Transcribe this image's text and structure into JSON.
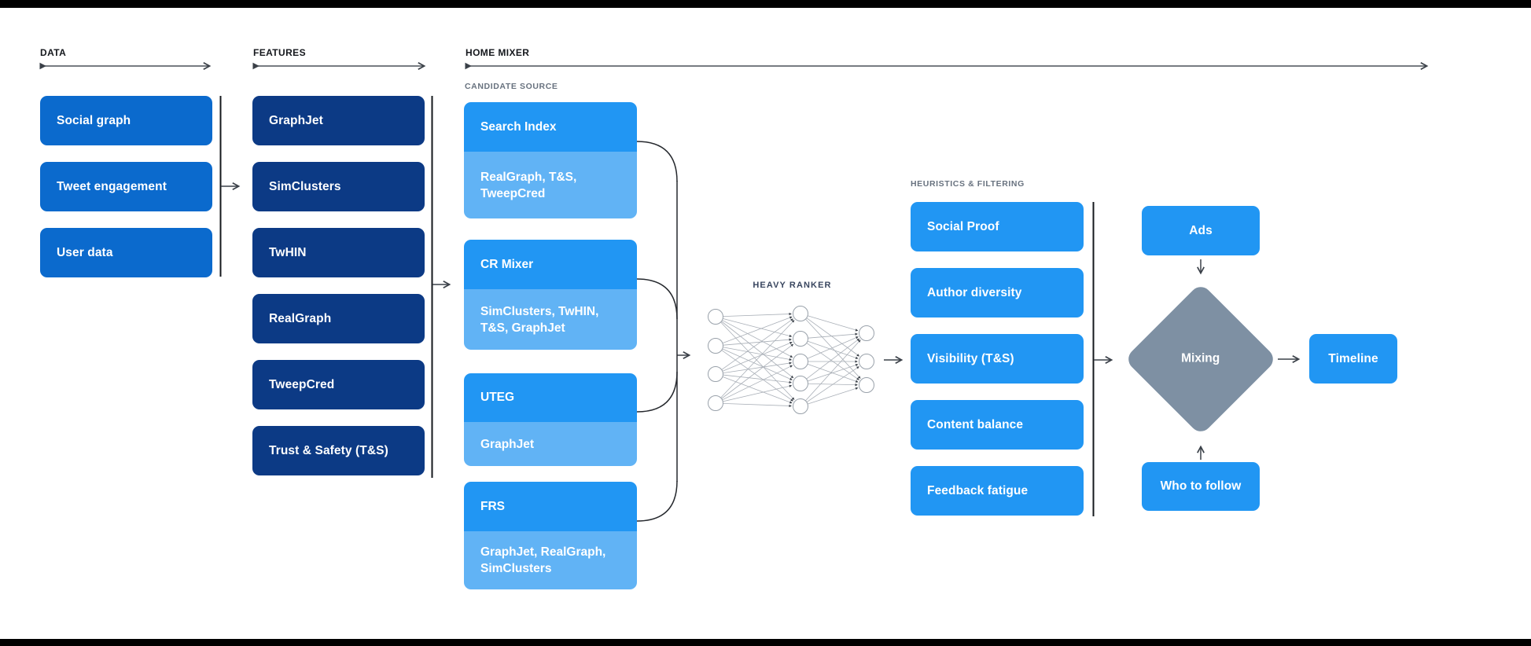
{
  "colors": {
    "data-box": "#0b6acd",
    "feature-box": "#0c3a85",
    "primary-blue": "#2196f3",
    "light-blue": "#61b3f5",
    "diamond-gray": "#7e90a3",
    "line-dark": "#3a4048",
    "bar-black": "#000000"
  },
  "sections": {
    "data": {
      "label": "DATA",
      "boxes": [
        "Social graph",
        "Tweet engagement",
        "User data"
      ]
    },
    "features": {
      "label": "FEATURES",
      "boxes": [
        "GraphJet",
        "SimClusters",
        "TwHIN",
        "RealGraph",
        "TweepCred",
        "Trust & Safety (T&S)"
      ]
    },
    "home_mixer": {
      "label": "HOME MIXER"
    }
  },
  "candidate_source": {
    "label": "CANDIDATE SOURCE",
    "boxes": [
      {
        "title": "Search Index",
        "sources": "RealGraph, T&S, TweepCred"
      },
      {
        "title": "CR Mixer",
        "sources": "SimClusters, TwHIN, T&S, GraphJet"
      },
      {
        "title": "UTEG",
        "sources": "GraphJet"
      },
      {
        "title": "FRS",
        "sources": "GraphJet, RealGraph, SimClusters"
      }
    ]
  },
  "heavy_ranker": {
    "label": "HEAVY RANKER",
    "layers": [
      4,
      5,
      3
    ]
  },
  "heuristics": {
    "label": "HEURISTICS & FILTERING",
    "boxes": [
      "Social Proof",
      "Author diversity",
      "Visibility (T&S)",
      "Content balance",
      "Feedback fatigue"
    ]
  },
  "mixer": {
    "ads": "Ads",
    "label": "Mixing",
    "who_to_follow": "Who to follow",
    "timeline": "Timeline"
  }
}
